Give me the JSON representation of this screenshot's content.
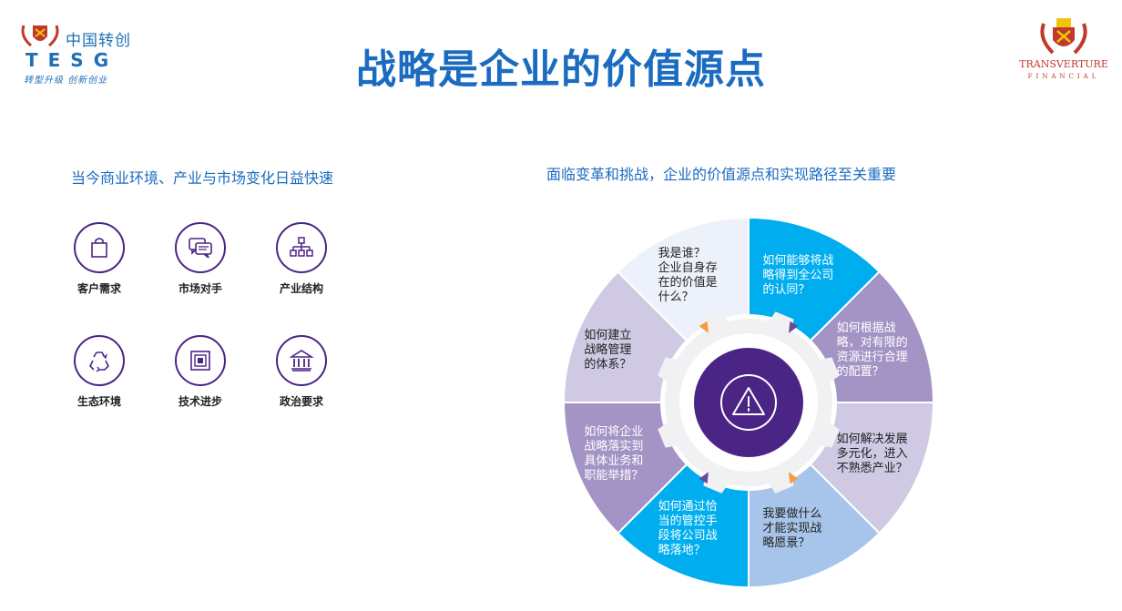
{
  "header": {
    "title": "战略是企业的价值源点",
    "logo_left": {
      "cn": "中国转创",
      "en": "TESG",
      "slogan": "转型升级 创新创业"
    },
    "logo_right": {
      "name": "TRANSVERTURE",
      "sub": "FINANCIAL"
    }
  },
  "left": {
    "subtitle": "当今商业环境、产业与市场变化日益快速",
    "factors": [
      {
        "label": "客户需求",
        "icon": "shopping-bag-icon"
      },
      {
        "label": "市场对手",
        "icon": "chat-bubbles-icon"
      },
      {
        "label": "产业结构",
        "icon": "org-chart-icon"
      },
      {
        "label": "生态环境",
        "icon": "recycle-icon"
      },
      {
        "label": "技术进步",
        "icon": "chip-icon"
      },
      {
        "label": "政治要求",
        "icon": "government-building-icon"
      }
    ]
  },
  "right": {
    "subtitle": "面临变革和挑战，企业的价值源点和实现路径至关重要",
    "center_icon": "warning-icon",
    "segments": [
      {
        "lines": [
          "如何能够将战",
          "略得到全公司",
          "的认同？"
        ],
        "color": "#00aeef"
      },
      {
        "lines": [
          "如何根据战",
          "略，对有限的",
          "资源进行合理",
          "的配置？"
        ],
        "color": "#a394c5"
      },
      {
        "lines": [
          "如何解决发展",
          "多元化，进入",
          "不熟悉产业？"
        ],
        "color": "#cfc9e3"
      },
      {
        "lines": [
          "我要做什么",
          "才能实现战",
          "略愿景？"
        ],
        "color": "#a7c5ea"
      },
      {
        "lines": [
          "如何通过恰",
          "当的管控手",
          "段将公司战",
          "略落地？"
        ],
        "color": "#00aeef"
      },
      {
        "lines": [
          "如何将企业",
          "战略落实到",
          "具体业务和",
          "职能举措？"
        ],
        "color": "#a394c5"
      },
      {
        "lines": [
          "如何建立",
          "战略管理",
          "的体系？"
        ],
        "color": "#cfc9e3"
      },
      {
        "lines": [
          "我是谁？",
          "企业自身存",
          "在的价值是",
          "什么？"
        ],
        "color": "#edf1fa"
      }
    ]
  }
}
